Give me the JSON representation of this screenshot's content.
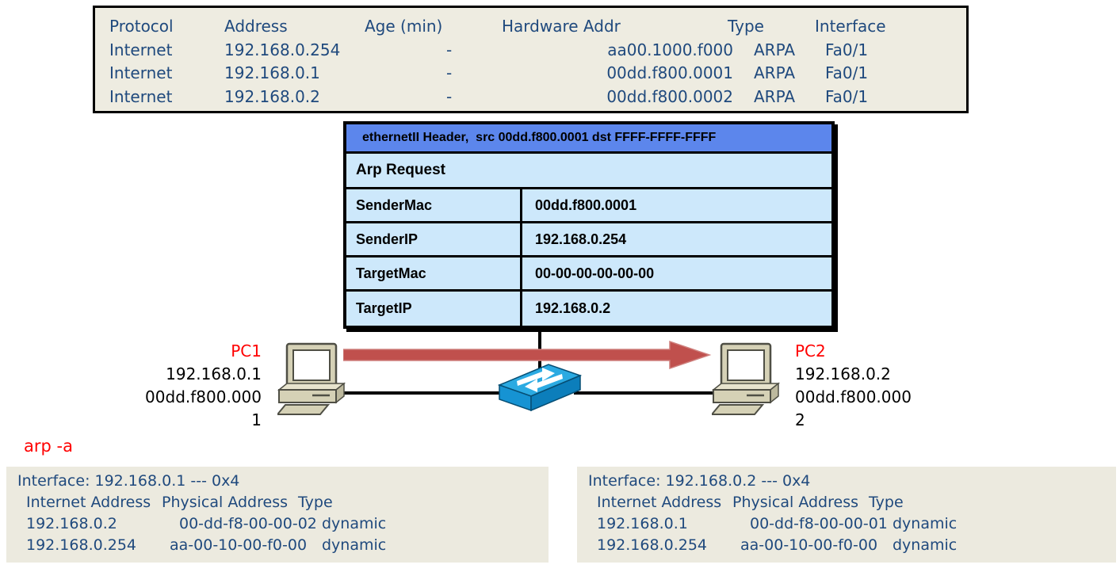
{
  "colors": {
    "box_beige": "#ECEADF",
    "console_text_blue": "#1F497D",
    "packet_header_blue": "#5C86EC",
    "packet_cell_blue": "#CDE8FB",
    "broadcast_arrow_red": "#C0504D",
    "label_red": "#FF0000",
    "switch_blue": "#2BAAE2",
    "pc_beige": "#D5D1B6"
  },
  "ios_arp_table": {
    "headers": {
      "protocol": "Protocol",
      "address": "Address",
      "age": "Age (min)",
      "hardware": "Hardware Addr",
      "type": "Type",
      "interface": "Interface"
    },
    "rows": [
      {
        "protocol": "Internet",
        "address": "192.168.0.254",
        "age": "-",
        "hardware": "aa00.1000.f000",
        "type": "ARPA",
        "interface": "Fa0/1"
      },
      {
        "protocol": "Internet",
        "address": "192.168.0.1",
        "age": "-",
        "hardware": "00dd.f800.0001",
        "type": "ARPA",
        "interface": "Fa0/1"
      },
      {
        "protocol": "Internet",
        "address": "192.168.0.2",
        "age": "-",
        "hardware": "00dd.f800.0002",
        "type": "ARPA",
        "interface": "Fa0/1"
      }
    ]
  },
  "packet": {
    "ethernet_header": "ethernetII Header,  src 00dd.f800.0001 dst FFFF-FFFF-FFFF",
    "title": "Arp Request",
    "fields": [
      {
        "label": "SenderMac",
        "value": "00dd.f800.0001"
      },
      {
        "label": "SenderIP",
        "value": "192.168.0.254"
      },
      {
        "label": "TargetMac",
        "value": "00-00-00-00-00-00"
      },
      {
        "label": "TargetIP",
        "value": "192.168.0.2"
      }
    ]
  },
  "topology": {
    "pc1": {
      "name": "PC1",
      "ip": "192.168.0.1",
      "mac_line1": "00dd.f800.000",
      "mac_line2": "1"
    },
    "pc2": {
      "name": "PC2",
      "ip": "192.168.0.2",
      "mac_line1": "00dd.f800.000",
      "mac_line2": "2"
    }
  },
  "command": "arp -a",
  "arp_outputs": [
    {
      "interface_line": "Interface: 192.168.0.1 --- 0x4",
      "headers": {
        "internet": "Internet Address",
        "physical": "Physical Address",
        "type": "Type"
      },
      "rows": [
        {
          "ip": "192.168.0.2",
          "physical": "00-dd-f8-00-00-02",
          "type": "dynamic"
        },
        {
          "ip": "192.168.0.254",
          "physical": "aa-00-10-00-f0-00",
          "type": "dynamic"
        }
      ]
    },
    {
      "interface_line": "Interface: 192.168.0.2 --- 0x4",
      "headers": {
        "internet": "Internet Address",
        "physical": "Physical Address",
        "type": "Type"
      },
      "rows": [
        {
          "ip": "192.168.0.1",
          "physical": "00-dd-f8-00-00-01",
          "type": "dynamic"
        },
        {
          "ip": "192.168.0.254",
          "physical": "aa-00-10-00-f0-00",
          "type": "dynamic"
        }
      ]
    }
  ]
}
